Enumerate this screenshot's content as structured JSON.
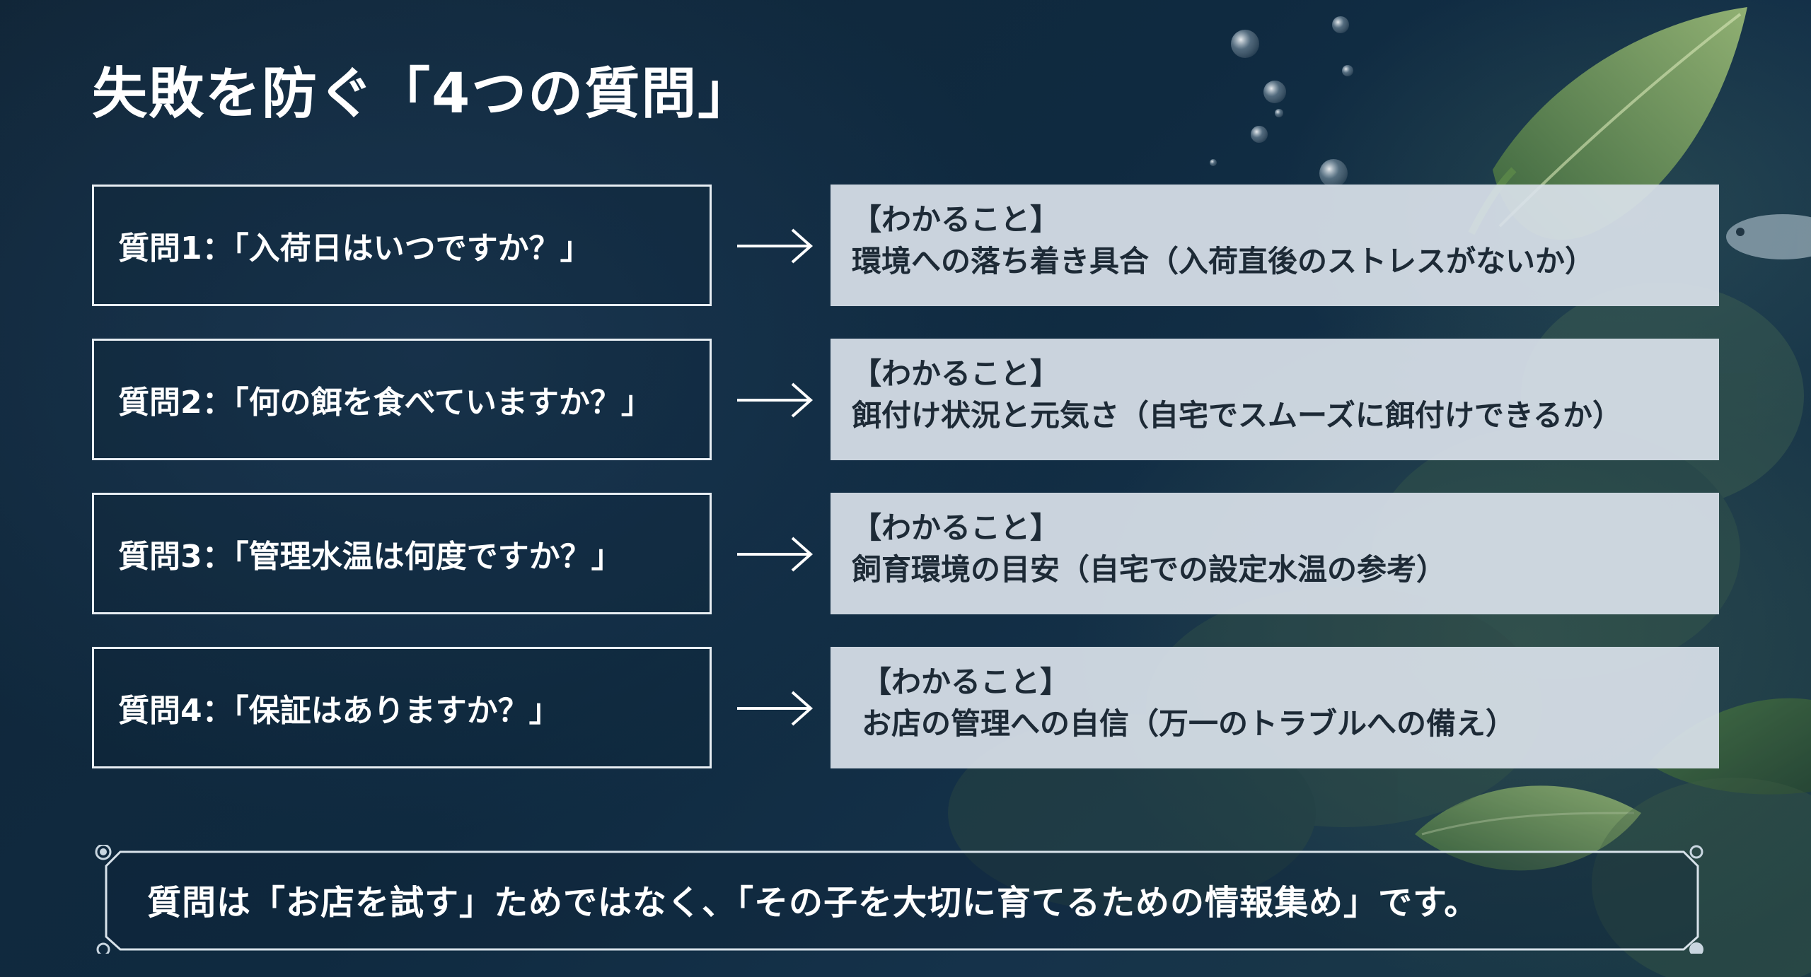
{
  "title": "失敗を防ぐ「4つの質問」",
  "rows": [
    {
      "question": "質問1：「入荷日はいつですか？」",
      "heading": "【わかること】",
      "answer": "環境への落ち着き具合（入荷直後のストレスがないか）"
    },
    {
      "question": "質問2：「何の餌を食べていますか？」",
      "heading": "【わかること】",
      "answer": "餌付け状況と元気さ（自宅でスムーズに餌付けできるか）"
    },
    {
      "question": "質問3：「管理水温は何度ですか？」",
      "heading": "【わかること】",
      "answer": "飼育環境の目安（自宅での設定水温の参考）"
    },
    {
      "question": "質問4：「保証はありますか？」",
      "heading": "【わかること】",
      "answer": "お店の管理への自信（万一のトラブルへの備え）"
    }
  ],
  "footer": "質問は「お店を試す」ためではなく、「その子を大切に育てるための情報集め」です。",
  "icons": {
    "arrow": "right-arrow-icon",
    "decor": [
      "leaf-icon",
      "bubble-icon",
      "fish-icon"
    ]
  },
  "colors": {
    "background": "#0f2a40",
    "box_border": "#e8eef3",
    "answer_bg": "#dae2ea",
    "answer_text": "#1d2a36",
    "leaf": "#6f9a55"
  }
}
